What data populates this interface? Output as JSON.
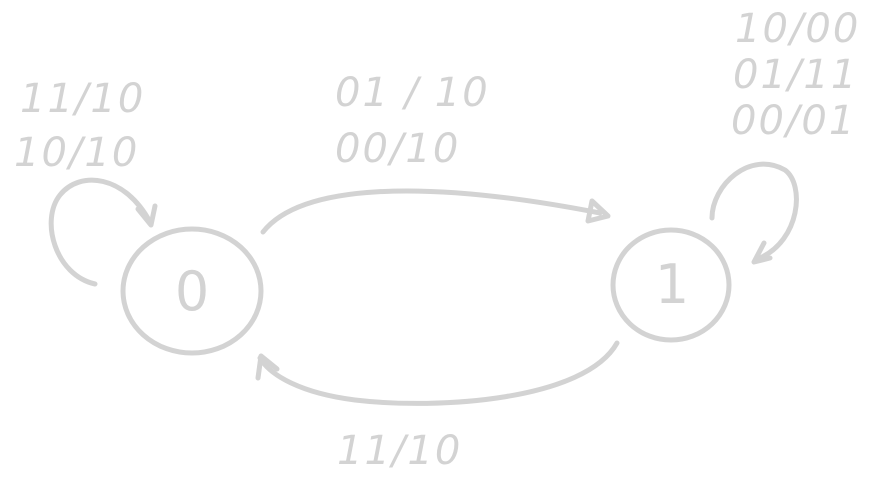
{
  "colors": {
    "ink": "#d3d3d3",
    "background": "#ffffff"
  },
  "states": [
    {
      "id": "state-0",
      "label": "0"
    },
    {
      "id": "state-1",
      "label": "1"
    }
  ],
  "transitions": {
    "self_loop_0": [
      "11/10",
      "10/10"
    ],
    "edge_0_to_1": [
      "01 / 10",
      "00/10"
    ],
    "edge_1_to_0": [
      "11/10"
    ],
    "self_loop_1": [
      "10/00",
      "01/11",
      "00/01"
    ]
  }
}
